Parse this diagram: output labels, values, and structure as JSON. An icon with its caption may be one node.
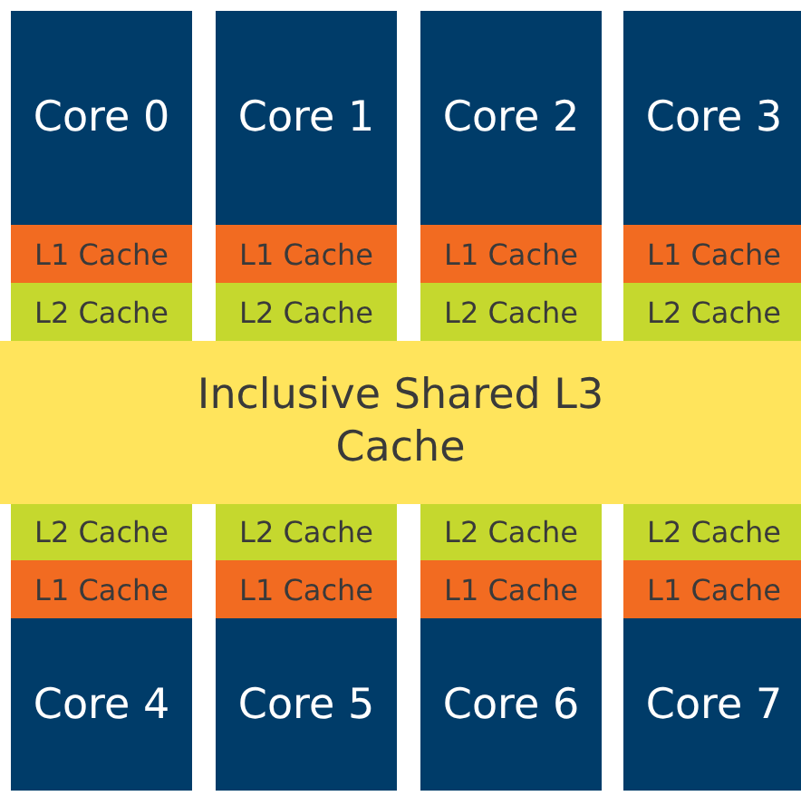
{
  "diagram": {
    "nodes": [
      {
        "text": [
          "Core 0"
        ]
      },
      {
        "text": [
          "Core 1"
        ]
      },
      {
        "text": [
          "Core 2"
        ]
      },
      {
        "text": [
          "Core 3"
        ]
      },
      {
        "text": [
          "L1 Cache"
        ]
      },
      {
        "text": [
          "L1 Cache"
        ]
      },
      {
        "text": [
          "L1 Cache"
        ]
      },
      {
        "text": [
          "L1 Cache"
        ]
      },
      {
        "text": [
          "L2 Cache"
        ]
      },
      {
        "text": [
          "L2 Cache"
        ]
      },
      {
        "text": [
          "L2 Cache"
        ]
      },
      {
        "text": [
          "L2 Cache"
        ]
      },
      {
        "text": [
          "Inclusive Shared L3 Cache"
        ]
      },
      {
        "text": [
          "L2 Cache"
        ]
      },
      {
        "text": [
          "L2 Cache"
        ]
      },
      {
        "text": [
          "L2 Cache"
        ]
      },
      {
        "text": [
          "L2 Cache"
        ]
      },
      {
        "text": [
          "L1 Cache"
        ]
      },
      {
        "text": [
          "L1 Cache"
        ]
      },
      {
        "text": [
          "L1 Cache"
        ]
      },
      {
        "text": [
          "L1 Cache"
        ]
      },
      {
        "text": [
          "Core 4"
        ]
      },
      {
        "text": [
          "Core 5"
        ]
      },
      {
        "text": [
          "Core 6"
        ]
      },
      {
        "text": [
          "Core 7"
        ]
      }
    ]
  }
}
